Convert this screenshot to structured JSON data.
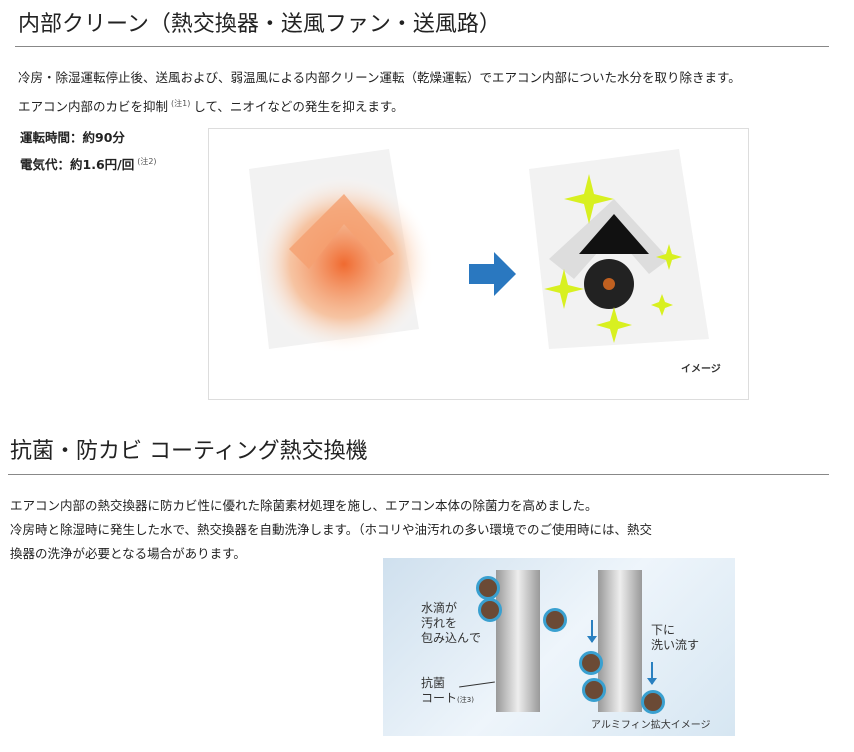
{
  "section1": {
    "title": "内部クリーン（熱交換器・送風ファン・送風路）",
    "line1": "冷房・除湿運転停止後、送風および、弱温風による内部クリーン運転（乾燥運転）でエアコン内部についた水分を取り除きます。",
    "line2a": "エアコン内部のカビを抑制",
    "note1": "(注1)",
    "line2b": "して、ニオイなどの発生を抑えます。",
    "spec1": "運転時間：約90分",
    "spec2": "電気代：約1.6円/回",
    "note2": "(注2)",
    "image_caption": "イメージ"
  },
  "section2": {
    "title": "抗菌・防カビ コーティング熱交換機",
    "line1": "エアコン内部の熱交換器に防カビ性に優れた除菌素材処理を施し、エアコン本体の除菌力を高めました。",
    "line2": "冷房時と除湿時に発生した水で、熱交換器を自動洗浄します。（ホコリや油汚れの多い環境でのご使用時には、熱交",
    "line3": "換器の洗浄が必要となる場合があります。",
    "diagram": {
      "label_wrap": [
        "水滴が",
        "汚れを",
        "包み込んで"
      ],
      "label_wash": [
        "下に",
        "洗い流す"
      ],
      "label_coat": [
        "抗菌",
        "コート"
      ],
      "note3": "(注3)",
      "caption": "アルミフィン拡大イメージ"
    }
  },
  "colors": {
    "arrow": "#2a78c0",
    "heat": "#f07a3a",
    "sparkle": "#d8f020"
  }
}
